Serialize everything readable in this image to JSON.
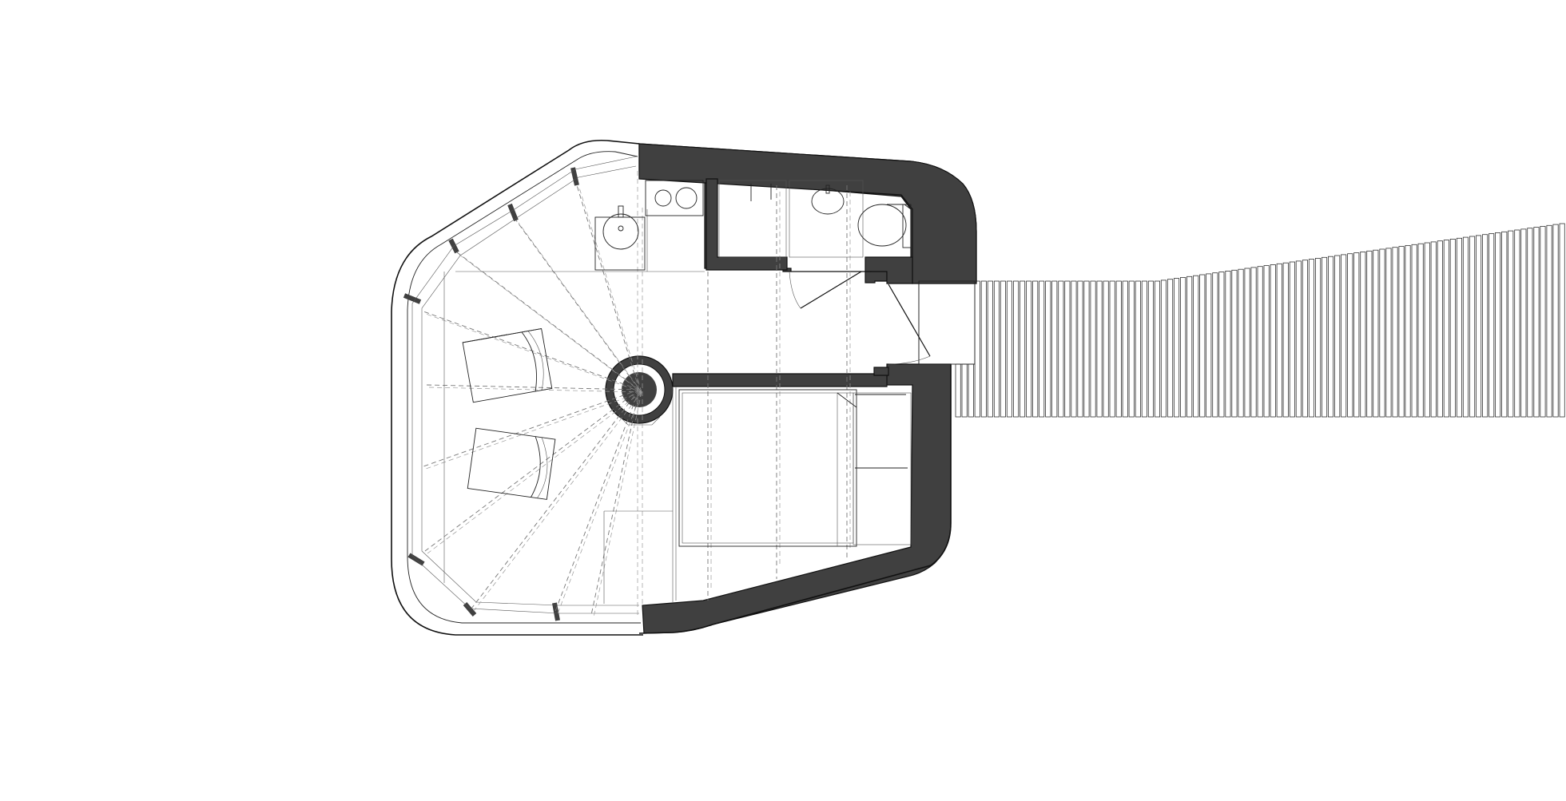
{
  "drawing": {
    "kind": "architectural floor plan",
    "wall_color": "#404040",
    "line_color": "#111111",
    "background": "#ffffff",
    "rooms": [
      "living-area",
      "kitchenette",
      "bathroom",
      "bedroom",
      "entry-vestibule"
    ],
    "fixtures": [
      "stove-icon",
      "sink-icon",
      "washbasin-icon",
      "toilet-icon",
      "bed-icon",
      "lounge-chair-icon",
      "central-column"
    ],
    "boardwalk_planks": 95
  }
}
